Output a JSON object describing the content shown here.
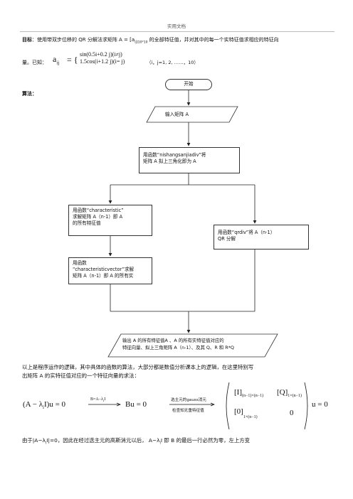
{
  "header": {
    "title": "实用文档"
  },
  "intro": {
    "goal_label": "目标",
    "goal_text": "：使用带双步位移的 QR 分解法求矩阵 A = [a",
    "goal_sub": "ij",
    "goal_dims": "]10*10",
    "goal_text2": " 的全部特征值，并对其中的每一个实特征值求相应的特征向",
    "known_prefix": "量。已知：",
    "formula_lhs": "a",
    "formula_lhs_sub": "ij",
    "formula_case1": "sin(0.5i+0.2 j)(i≠j)",
    "formula_case2": "1.5cos(i+1.2 j)(i= j)",
    "formula_range": "（i，j=1, 2, ……，10）"
  },
  "algorithm": {
    "label": "算法",
    "colon": "："
  },
  "flowchart": {
    "start": "开始",
    "input": "输入矩阵 A",
    "step1_line1": "用函数“nishangsanjiadiv”将",
    "step1_line2": "矩阵 A 拟上三角化即为 A",
    "step2_line1": "用函数“characteristic”",
    "step2_line2": "求解矩阵 A（n-1）即 A",
    "step2_line3": "的所有特征值",
    "step3_line1": "用函数“qrdiv”将 A（n-1）",
    "step3_line2": "QR 分解",
    "step4_line1": "用函数",
    "step4_line2": "“characteristicvector”求解",
    "step4_line3": "矩阵 A（n-1）即 A 的所有实",
    "output_line1": "输出 A 的所有特征值A 、A 的所有实特征值对应的",
    "output_line2": "特征向量、拟上三角矩阵 A（n-1）、及其 Q、R 和 R*Q"
  },
  "body": {
    "para1_line1": "以上是程序运作的逻辑，其中具体的函数的算法，大部分都是数值分析课本上的逻辑，在这里特别写",
    "para1_line2": "出矩阵 A 的实特征值对应的一个特征向量的求法：",
    "eq_left": "(A − λ",
    "eq_left_sub": "i",
    "eq_left_end": "I)u = 0",
    "eq_arrow_label": "B=A−λ",
    "eq_arrow_sub": "i",
    "eq_arrow_end": "I",
    "eq_mid": "Bu = 0",
    "eq_arrow2_top": "选主元的gauss消元",
    "eq_arrow2_bottom": "检查知无重特征值",
    "mat_11": "[I]",
    "mat_11_sub": "(n−1)×(n−1)",
    "mat_12": "[Q]",
    "mat_12_sub": "1×(n−1)",
    "mat_21": "[0]",
    "mat_21_sub": "1×(n−1)",
    "mat_22": "0",
    "eq_right": "u = 0",
    "para2": "由于|A−λ",
    "para2_sub": "i",
    "para2_b": "I|=0，因此在经过选主元的高斯消元以后，  A−λ",
    "para2_sub2": "i",
    "para2_c": "I 即 B 的最后一行必然为零，左上方变"
  }
}
